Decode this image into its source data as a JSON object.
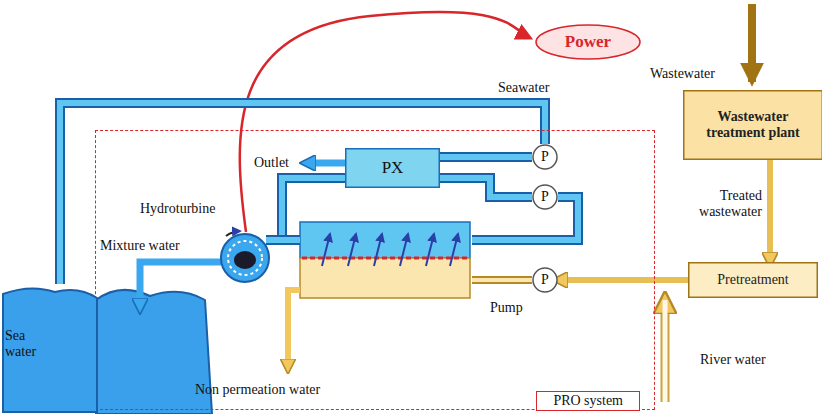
{
  "diagram": {
    "nodes": [
      {
        "text": [
          "Power"
        ]
      },
      {
        "text": [
          "Wastewater treatment plant"
        ]
      },
      {
        "text": [
          "Pretreatment"
        ]
      },
      {
        "text": [
          "PRO system"
        ]
      },
      {
        "text": [
          "PX"
        ],
        "in": 3
      },
      {
        "text": [
          "P"
        ],
        "in": 3
      },
      {
        "text": [
          "P"
        ],
        "in": 3
      },
      {
        "text": [
          "P"
        ],
        "in": 3
      },
      {
        "text": [
          "Sea water"
        ]
      }
    ],
    "edges": [
      {
        "from": 8,
        "to": 5,
        "label": "Seawater",
        "arrow": "none"
      },
      {
        "from": 5,
        "to": 4,
        "arrow": "none"
      },
      {
        "from": 4,
        "to": 6,
        "arrow": "none"
      },
      {
        "from": 1,
        "to": 2,
        "label": "Treated wastewater",
        "arrow": "to"
      },
      {
        "from": 2,
        "to": 7,
        "arrow": "to"
      }
    ],
    "labels": [
      "Wastewater",
      "Outlet",
      "Hydroturbine",
      "Mixture water",
      "Pump",
      "Non permeation water",
      "River water"
    ]
  }
}
